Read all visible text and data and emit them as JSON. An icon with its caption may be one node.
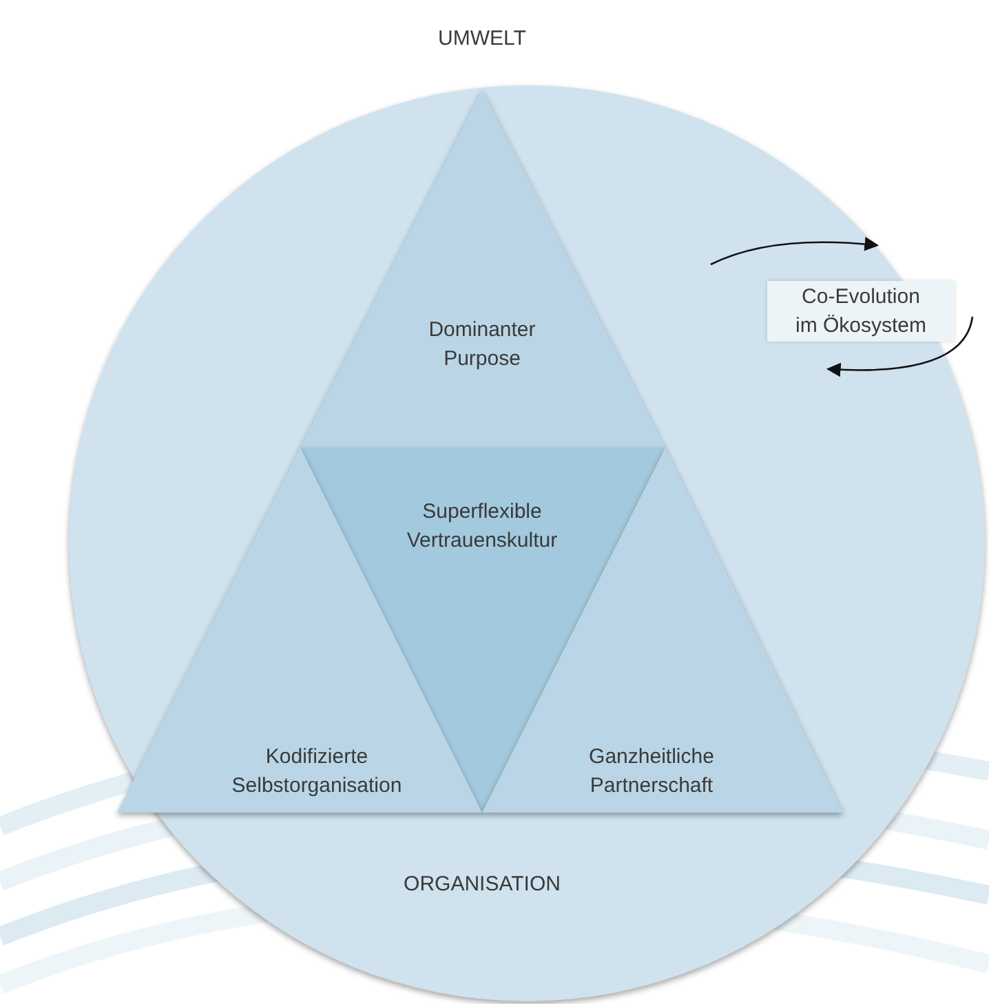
{
  "diagram": {
    "nodes": [
      {
        "text": [
          "ORGANISATION"
        ]
      },
      {
        "text": [
          "Dominanter Purpose"
        ],
        "in": 0
      },
      {
        "text": [
          "Superflexible Vertrauenskultur"
        ],
        "in": 0
      },
      {
        "text": [
          "Kodifizierte Selbstorganisation"
        ],
        "in": 0
      },
      {
        "text": [
          "Ganzheitliche Partnerschaft"
        ],
        "in": 0
      },
      {
        "text": [
          "Co-Evolution im Ökosystem"
        ],
        "in": 0
      }
    ],
    "edges": [],
    "labels": [
      "UMWELT"
    ]
  }
}
